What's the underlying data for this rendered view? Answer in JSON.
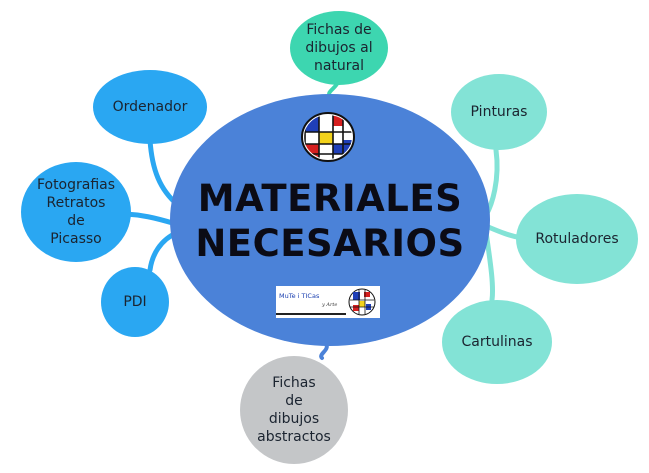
{
  "central": {
    "title": "MATERIALES\nNECESARIOS",
    "fill": "#4b82d8",
    "banner_text": "MuTe i TICas",
    "banner_sub": "y Arte"
  },
  "nodes": [
    {
      "id": "ordenador",
      "label": "Ordenador",
      "color": "#2aa7f2"
    },
    {
      "id": "fotografias",
      "label": "Fotografias\nRetratos\nde\nPicasso",
      "color": "#2aa7f2"
    },
    {
      "id": "pdi",
      "label": "PDI",
      "color": "#2aa7f2"
    },
    {
      "id": "fichas-natural",
      "label": "Fichas de\ndibujos al\nnatural",
      "color": "#3dd6b0"
    },
    {
      "id": "pinturas",
      "label": "Pinturas",
      "color": "#83e3d6"
    },
    {
      "id": "rotuladores",
      "label": "Rotuladores",
      "color": "#83e3d6"
    },
    {
      "id": "cartulinas",
      "label": "Cartulinas",
      "color": "#83e3d6"
    },
    {
      "id": "fichas-abstractos",
      "label": "Fichas\nde\ndibujos\nabstractos",
      "color": "#c4c6c8"
    }
  ]
}
